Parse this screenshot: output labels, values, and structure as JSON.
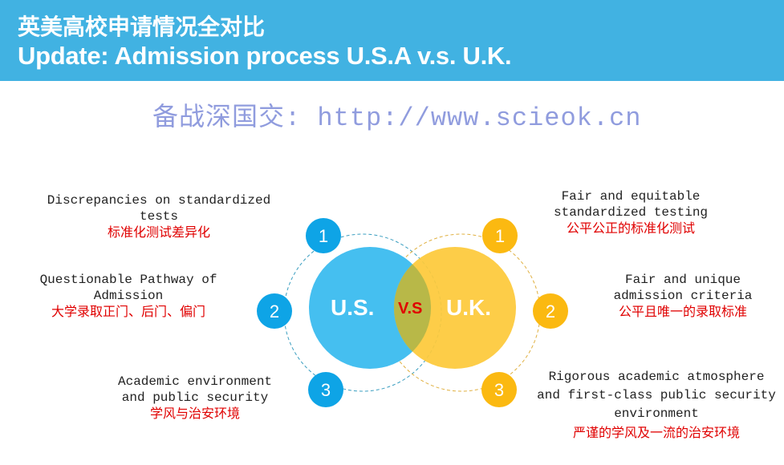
{
  "header": {
    "title_cn": "英美高校申请情况全对比",
    "title_en": "Update: Admission process U.S.A v.s. U.K."
  },
  "diagram": {
    "us_label": "U.S.",
    "uk_label": "U.K.",
    "vs_label": "V.S",
    "colors": {
      "us": "#45bff0",
      "uk": "#fdc93a",
      "number_us": "#0ea4e6",
      "number_uk": "#fbb911",
      "vs": "#e00000"
    }
  },
  "us_points": [
    {
      "num": "1",
      "en": "Discrepancies on standardized tests",
      "cn": "标准化测试差异化"
    },
    {
      "num": "2",
      "en": "Questionable Pathway of Admission",
      "cn": "大学录取正门、后门、偏门"
    },
    {
      "num": "3",
      "en": "Academic environment and public security",
      "cn": "学风与治安环境"
    }
  ],
  "uk_points": [
    {
      "num": "1",
      "en": "Fair and equitable standardized testing",
      "cn": "公平公正的标准化测试"
    },
    {
      "num": "2",
      "en": "Fair and unique admission criteria",
      "cn": "公平且唯一的录取标准"
    },
    {
      "num": "3",
      "en": "Rigorous academic atmosphere and first-class public security environment",
      "cn": "严谨的学风及一流的治安环境"
    }
  ],
  "watermark": "备战深国交: http://www.scieok.cn"
}
